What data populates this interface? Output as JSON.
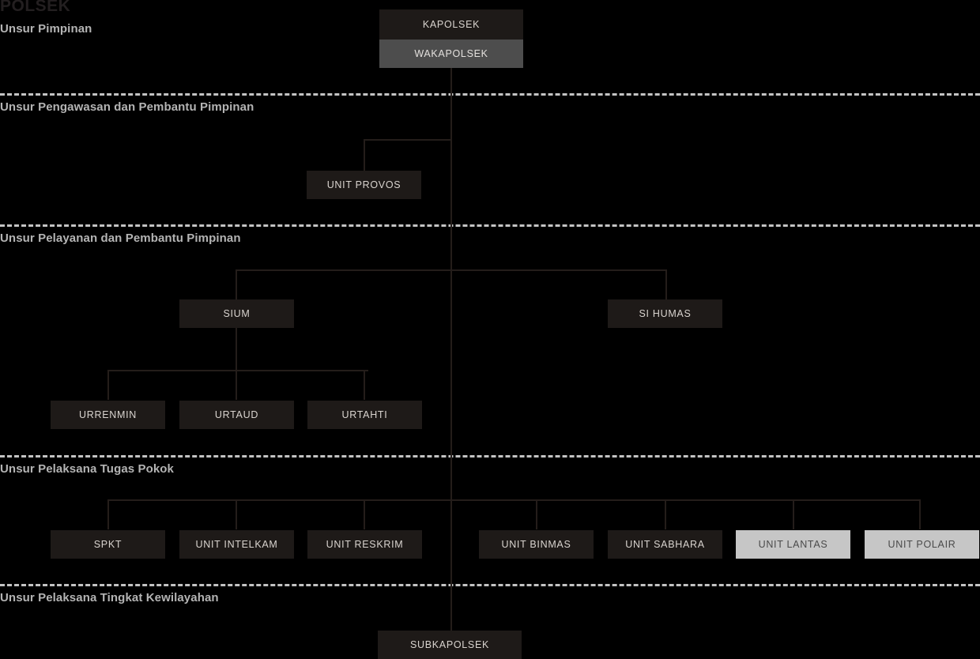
{
  "chart_data": {
    "type": "diagram",
    "title": "POLSEK",
    "diagram_kind": "organizational-hierarchy",
    "sections": [
      "Unsur Pimpinan",
      "Unsur Pengawasan dan Pembantu Pimpinan",
      "Unsur Pelayanan dan Pembantu Pimpinan",
      "Unsur Pelaksana Tugas Pokok",
      "Unsur Pelaksana Tingkat Kewilayahan"
    ],
    "nodes": [
      {
        "id": "kapolsek",
        "label": "KAPOLSEK",
        "section": 0,
        "style": "dark"
      },
      {
        "id": "wakapolsek",
        "label": "WAKAPOLSEK",
        "section": 0,
        "style": "mid"
      },
      {
        "id": "unit-provos",
        "label": "UNIT PROVOS",
        "section": 1,
        "style": "dark"
      },
      {
        "id": "sium",
        "label": "SIUM",
        "section": 2,
        "style": "dark"
      },
      {
        "id": "si-humas",
        "label": "SI HUMAS",
        "section": 2,
        "style": "dark"
      },
      {
        "id": "urrenmin",
        "label": "URRENMIN",
        "section": 2,
        "style": "dark"
      },
      {
        "id": "urtaud",
        "label": "URTAUD",
        "section": 2,
        "style": "dark"
      },
      {
        "id": "urtahti",
        "label": "URTAHTI",
        "section": 2,
        "style": "dark"
      },
      {
        "id": "spkt",
        "label": "SPKT",
        "section": 3,
        "style": "dark"
      },
      {
        "id": "unit-intelkam",
        "label": "UNIT INTELKAM",
        "section": 3,
        "style": "dark"
      },
      {
        "id": "unit-reskrim",
        "label": "UNIT RESKRIM",
        "section": 3,
        "style": "dark"
      },
      {
        "id": "unit-binmas",
        "label": "UNIT BINMAS",
        "section": 3,
        "style": "dark"
      },
      {
        "id": "unit-sabhara",
        "label": "UNIT SABHARA",
        "section": 3,
        "style": "dark"
      },
      {
        "id": "unit-lantas",
        "label": "UNIT LANTAS",
        "section": 3,
        "style": "light"
      },
      {
        "id": "unit-polair",
        "label": "UNIT POLAIR",
        "section": 3,
        "style": "light"
      },
      {
        "id": "subkapolsek",
        "label": "SUBKAPOLSEK",
        "section": 4,
        "style": "dark"
      }
    ],
    "colors": {
      "background": "#000000",
      "box_dark": "#1e1a18",
      "box_mid": "#4d4d4d",
      "box_light": "#c6c6c6",
      "connector": "#241d1a",
      "section_label": "#b4b4b4",
      "divider": "#c3c3c3",
      "title": "#231f20"
    }
  },
  "title": "POLSEK",
  "sections": {
    "pimpinan": "Unsur Pimpinan",
    "pengawasan": "Unsur Pengawasan dan Pembantu Pimpinan",
    "pelayanan": "Unsur Pelayanan dan Pembantu Pimpinan",
    "pelaksana_pokok": "Unsur Pelaksana Tugas Pokok",
    "kewilayahan": "Unsur Pelaksana Tingkat Kewilayahan"
  },
  "nodes": {
    "kapolsek": "KAPOLSEK",
    "wakapolsek": "WAKAPOLSEK",
    "unit_provos": "UNIT PROVOS",
    "sium": "SIUM",
    "si_humas": "SI HUMAS",
    "urrenmin": "URRENMIN",
    "urtaud": "URTAUD",
    "urtahti": "URTAHTI",
    "spkt": "SPKT",
    "unit_intelkam": "UNIT INTELKAM",
    "unit_reskrim": "UNIT RESKRIM",
    "unit_binmas": "UNIT BINMAS",
    "unit_sabhara": "UNIT SABHARA",
    "unit_lantas": "UNIT LANTAS",
    "unit_polair": "UNIT POLAIR",
    "subkapolsek": "SUBKAPOLSEK"
  }
}
